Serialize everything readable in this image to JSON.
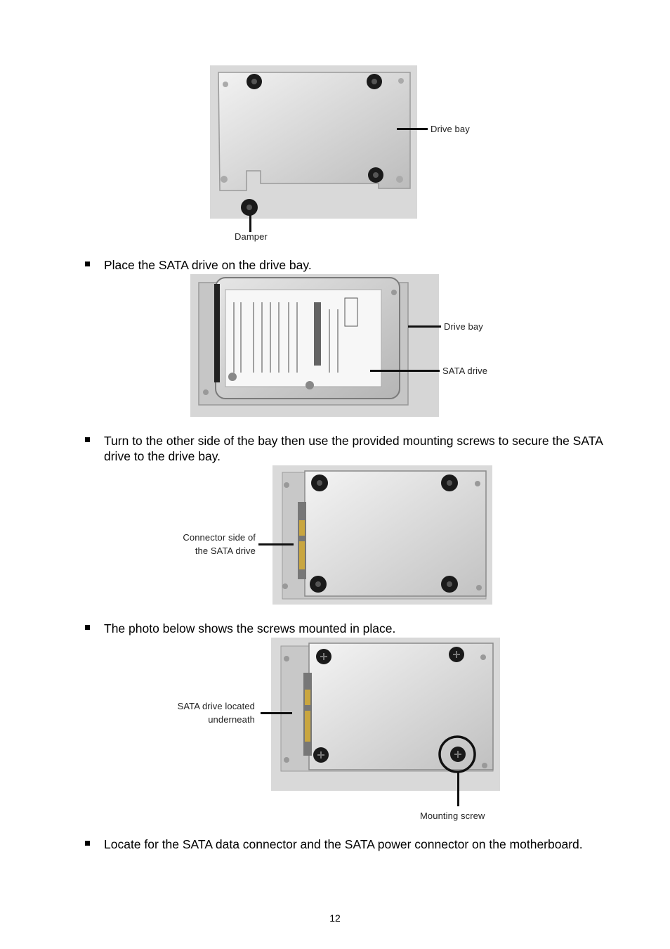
{
  "figures": {
    "fig1": {
      "drive_bay_label": "Drive bay",
      "damper_label": "Damper"
    },
    "fig2": {
      "drive_bay_label": "Drive bay",
      "sata_drive_label": "SATA drive"
    },
    "fig3": {
      "connector_label_line1": "Connector side of",
      "connector_label_line2": "the SATA drive"
    },
    "fig4": {
      "sata_label_line1": "SATA drive located",
      "sata_label_line2": "underneath",
      "mounting_screw_label": "Mounting screw"
    }
  },
  "bullets": [
    {
      "text": "Place the SATA drive on the drive bay."
    },
    {
      "text": "Turn to the other side of the bay then use the provided mounting screws to secure the SATA drive to the drive bay."
    },
    {
      "text": "The photo below shows the screws mounted in place."
    },
    {
      "text": "Locate for the SATA data connector and the SATA power connector on the motherboard."
    }
  ],
  "page_number": "12"
}
